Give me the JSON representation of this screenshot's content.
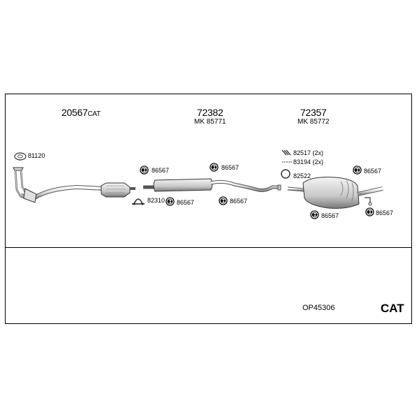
{
  "assemblies": {
    "front": {
      "number": "20567",
      "suffix": "CAT"
    },
    "middle": {
      "number": "72382",
      "mk": "MK 85771"
    },
    "rear": {
      "number": "72357",
      "mk": "MK 85772"
    }
  },
  "parts": {
    "gasket_front": "81120",
    "mount_mid_left_top": "86567",
    "mount_mid_right_top": "86567",
    "clamp": "82310",
    "mount_mid_left_bottom": "86567",
    "mount_mid_right_bottom": "86567",
    "bolts": "82517 (2x)",
    "springs": "83194 (2x)",
    "ring": "82522",
    "mount_rear_right_top": "86567",
    "mount_rear_right_bottom": "86567",
    "mount_rear_bottom": "86567"
  },
  "footer": {
    "code": "OP45306",
    "type": "CAT"
  },
  "colors": {
    "line": "#000000",
    "part_fill": "#e6e6e6",
    "part_stroke": "#333333"
  }
}
